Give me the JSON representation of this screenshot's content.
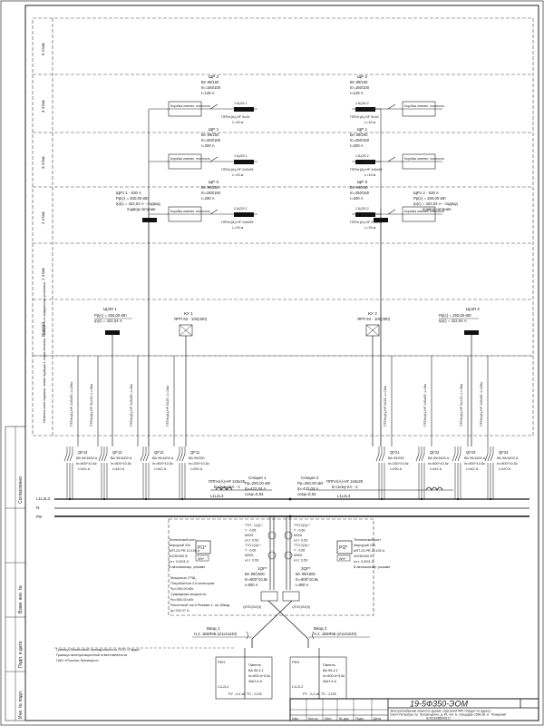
{
  "sheet": {
    "title_code": "19-5Ф350-ЭОМ",
    "description_line1": "Электроснабжение нежилого здания, отделения Ф40 «Гарда» по адресу:",
    "description_line2": "Санкт-Петербург, пр. Просвещения, д. 45, лит. А, площадью 1596 кВ. м - Пожарный",
    "description_line3": "№7816085649117",
    "stamp_cells": [
      "Изм.",
      "Кол.уч",
      "Лист",
      "№ док",
      "Подп.",
      "Дата"
    ],
    "side_labels": [
      "Согласовано",
      "Взам. инв. №",
      "Подп. и дата",
      "Инв. № подл."
    ]
  },
  "floors": [
    "5 этаж",
    "4 этаж",
    "3 этаж",
    "2 этаж",
    "1 этаж",
    "Подвал"
  ],
  "floor_panels": {
    "left": [
      {
        "id": "ЩР 2",
        "line1": "ВА 99/160",
        "line2": "In=160/100",
        "line3": "I=129 А",
        "label": "1 ЩЭ4 1",
        "cable": "ППГнг(А)-HF 5х16",
        "len": "L=15 м"
      },
      {
        "id": "ЩР 1",
        "line1": "ВА 99/250",
        "line2": "In=250/160",
        "line3": "I=200 А",
        "label": "1 ЩЭ3 1",
        "cable": "ППГнг(А)-HF 2x5x95",
        "len": "L=15 м"
      },
      {
        "id": "ЩР 0",
        "line1": "ВА 99/250",
        "line2": "In=250/160",
        "line3": "I=200 А",
        "label": "2 ЩЭ3 1",
        "cable": "ППГнг(А)-HF 2x5x95",
        "len": "L=15 м"
      }
    ],
    "right": [
      {
        "id": "ЩР 2",
        "line1": "ВА 99/160",
        "line2": "In=160/100",
        "line3": "I=129 А",
        "label": "1 ЩЭ4 2",
        "cable": "ППГнг(А)-HF 5х16",
        "len": "L=15 м"
      },
      {
        "id": "ЩР 1",
        "line1": "ВА 99/250",
        "line2": "In=250/160",
        "line3": "I=200 А",
        "label": "1 ЩЭ3 2",
        "cable": "ППГнг(А)-HF 2x5x95",
        "len": "L=15 м"
      },
      {
        "id": "ЩР 0",
        "line1": "ВА 99/250",
        "line2": "In=250/160",
        "line3": "I=200 А",
        "label": "2 ЩЭ3 2",
        "cable": "ППГнг(А)-HF 2x5x95",
        "len": "L=15 м"
      }
    ],
    "device_label": "Коробка ответвл. плотность"
  },
  "risers": {
    "left_header": "ЩР1 1 - 630 А",
    "left_sub1": "Рр(с) = 250,00 кВт",
    "left_sub2": "Iр(с) = 422,04 А - подвод",
    "left_sub3": "подвод питания",
    "right_header": "ЩР1 2 - 630 А",
    "right_sub1": "Рр(с) = 250,00 кВт",
    "right_sub2": "Iр(с) = 422,04 А - подвод",
    "right_sub3": "подвод питания"
  },
  "basement": {
    "left_panel": {
      "id": "ЩЭЛ 1",
      "l1": "Рр(с) = 250,00 кВт",
      "l2": "Iр(с) = 422,04 А"
    },
    "right_panel": {
      "id": "ЩЭЛ 2",
      "l1": "Рр(с) = 250,00 кВт",
      "l2": "Iр(с) = 422,04 А"
    },
    "left_ku": {
      "id": "КУ 1",
      "l1": "ЯРП 63 - 100(400)"
    },
    "right_ku": {
      "id": "КУ 2",
      "l1": "ЯРП 63 - 100(400)"
    },
    "basement_note": "Отметка пола подвала, этажа подвода 1 этажа питания, приведено в гражданских установок"
  },
  "feeders_left": [
    {
      "id": "QF14",
      "l1": "ВА 99/1600 А",
      "l2": "In=800^10,5к",
      "l3": "I=420 А"
    },
    {
      "id": "QF13",
      "l1": "ВА 99/1600 А",
      "l2": "In=800^10,5к",
      "l3": "I=442 А"
    },
    {
      "id": "QF12",
      "l1": "ВА 99/1600 А",
      "l2": "In=800^10,5к",
      "l3": "I=442 А"
    },
    {
      "id": "QF11",
      "l1": "ВА 99/250",
      "l2": "In=250^10,5к",
      "l3": "I=250 А"
    }
  ],
  "feeders_right": [
    {
      "id": "QF21",
      "l1": "ВА 99/250",
      "l2": "In=250^10,5к",
      "l3": "I=250 А"
    },
    {
      "id": "QF22",
      "l1": "ВА 99/1600 А",
      "l2": "In=800^10,5к",
      "l3": "I=442 А"
    },
    {
      "id": "QF23",
      "l1": "ВА 99/1600 А",
      "l2": "In=800^10,5к",
      "l3": "I=442 А"
    },
    {
      "id": "QF24",
      "l1": "ВА 99/1600 А",
      "l2": "In=800^10,5к",
      "l3": "I=420 А"
    }
  ],
  "vertical_cables_left": [
    "ППГнг(А)-HF 2x5x95, L=25м",
    "ППГнг(А)-HF 5x120, L=15м",
    "ППГнг(А)-HF 2x5x95, L=5м",
    "ППГнг(А)-HF 5x25, L=10м"
  ],
  "vertical_cables_right": [
    "ППГнг(А)-HF 5x25, L=10м",
    "ППГнг(А)-HF 2x5x95, L=5м",
    "ППГнг(А)-HF 5x120, L=15м",
    "ППГнг(А)-HF 2x5x95, L=25м"
  ],
  "buses": {
    "bus_a": "L1L2L3",
    "bus_n": "N",
    "bus_pe": "PE",
    "section1": {
      "title": "Секция 1",
      "l1": "Рр=250,00 кВт",
      "l2": "Iр=422,04 А",
      "l3": "cosφ=0,93",
      "cable": "ППГнг(А)-HF 2x5x25",
      "cable2": "В схему КА - 1"
    },
    "section2": {
      "title": "Секция 2",
      "l1": "Рр=250,00 кВт",
      "l2": "Iр=422,04 А",
      "l3": "cosφ=0,93",
      "cable": "ППГнг(А)-HF 2x5x25",
      "cable2": "В схему КА - 2"
    },
    "tag_l1": "L1L2L3",
    "tag_l2": "L1L2L3"
  },
  "meters": {
    "left": {
      "id": "PI1*",
      "sub": "Wh*",
      "text": [
        "Технический учет",
        "Меркурий 234",
        "ART-03 PR 10.100 А",
        "3х230/400 В",
        "кл.т. 0,5S/1,0",
        "В автоматизир. режиме"
      ]
    },
    "right": {
      "id": "PI2*",
      "sub": "Wh*",
      "text": [
        "Технический учет",
        "Меркурий 234",
        "ART-03 PR 10.100 А",
        "3х230/400 В",
        "кл.т. 0,5S/1,0",
        "В автоматизир. режиме"
      ]
    },
    "left_ct": [
      "ТТЛ - 1(1)L*",
      "Т - 0,66",
      "600/5",
      "кл.т. 0,5S",
      "ТТЛ-1(1)L*",
      "Т - 0,66",
      "600/5",
      "кл.т. 0,5S"
    ],
    "right_ct": [
      "ТТЛ-2(1)L*",
      "Т - 0,66",
      "600/5",
      "кл.т. 0,5S",
      "ТТЛ-2(1)L*",
      "Т - 0,66",
      "600/5",
      "кл.т. 0,5S"
    ]
  },
  "inputs": {
    "left_breaker": {
      "id": "1QF*",
      "l1": "ВА 99/1600",
      "l2": "In=800^10,5к",
      "l3": "I=800 А"
    },
    "right_breaker": {
      "id": "2QF*",
      "l1": "ВА 99/1600",
      "l2": "In=800^10,5к",
      "l3": "I=800 А"
    },
    "left_ats": "QFZ/QSZ(З)",
    "right_ats": "QFZ/QSZ(З)",
    "left_cable": {
      "id": "Ввод 1",
      "l1": "Н.2. 1В6Я6Б (к/1х4х240)"
    },
    "right_cable": {
      "id": "Ввод 2",
      "l1": "Н.2. 1В6Я6Б (к/1х4х240)"
    },
    "left_box": {
      "id": "РЕН",
      "name": "Панель",
      "l1": "ВА 55-4.1",
      "l2": "In=800 А^5,5к",
      "l3": "ФАН-6 А",
      "foot": "РУ - 0,4 кВ ТП - 2139"
    },
    "right_box": {
      "id": "РЕН",
      "name": "Панель",
      "l1": "ВА 55-4.1",
      "l2": "In=800 А^5,5к",
      "l3": "ФАН-6 А",
      "foot": "РУ - 0,4 кВ ТП - 2139"
    },
    "left_tap": "L1L2L3",
    "right_tap": "L1L2L3",
    "boundary_note_1": "Граница балансовой принадлежности ООО «Гарда»",
    "boundary_note_2": "Граница эксплуатационной ответственности",
    "boundary_note_3": "ПАО «Россети Ленэнерго»"
  },
  "totals_note": {
    "l1": "Мощность ГРЩ:",
    "l2": "Потребители 2-й категории:",
    "l3": "Рр=250,00 кВт",
    "l4": "Суммарная мощность:",
    "l5": "Рр=500,00 кВт",
    "l6": "Расчетный ток в Режиме 1- на 1Ввод",
    "l7": "Iр=762,27 А"
  }
}
